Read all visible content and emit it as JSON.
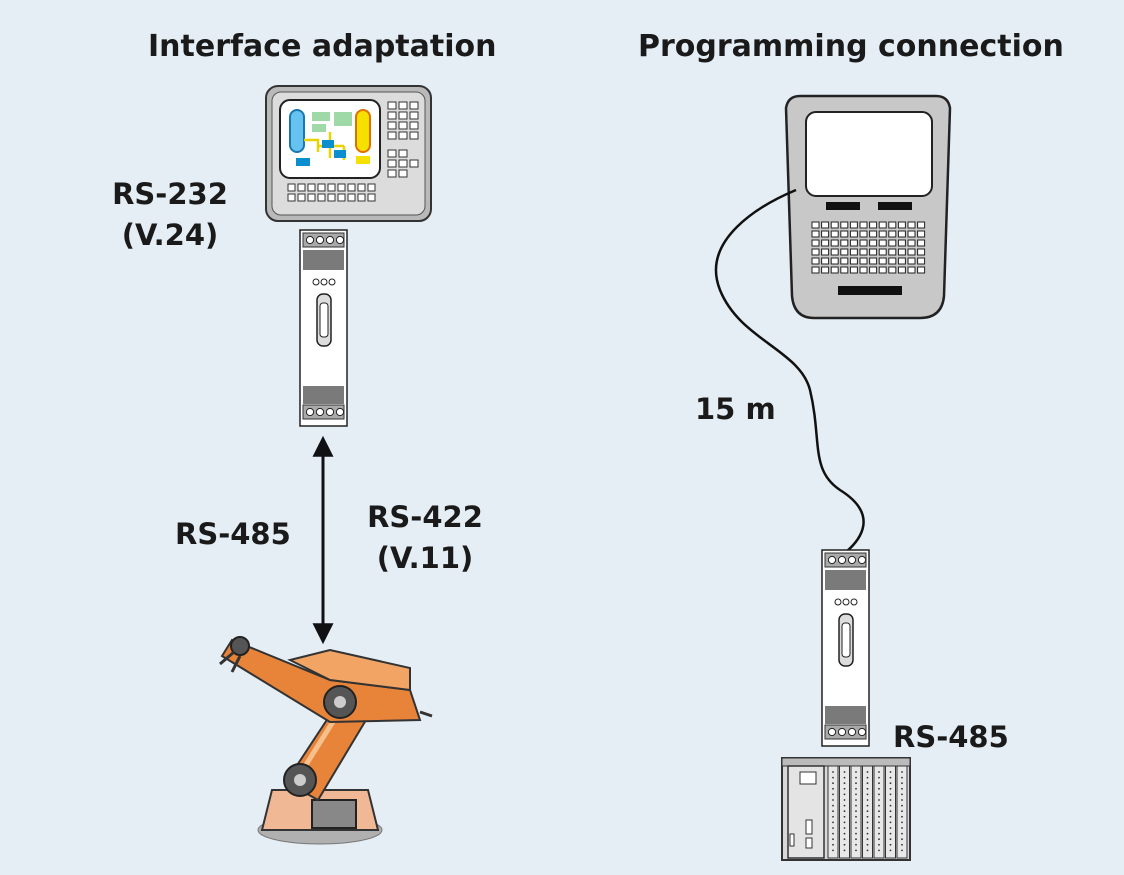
{
  "titles": {
    "left": "Interface adaptation",
    "right": "Programming connection"
  },
  "labels": {
    "rs232_line1": "RS-232",
    "rs232_line2": "(V.24)",
    "rs485_left": "RS-485",
    "rs422_line1": "RS-422",
    "rs422_line2": "(V.11)",
    "cable_length": "15 m",
    "rs485_right": "RS-485"
  },
  "colors": {
    "background": "#e5eef5",
    "robot_orange": "#e8843a",
    "device_gray": "#d0d0d0",
    "module_white": "#ffffff"
  },
  "icons": [
    "operator-panel-icon",
    "interface-converter-module-icon",
    "industrial-robot-icon",
    "laptop-computer-icon",
    "plc-rack-icon",
    "double-arrow-icon",
    "cable-icon"
  ]
}
